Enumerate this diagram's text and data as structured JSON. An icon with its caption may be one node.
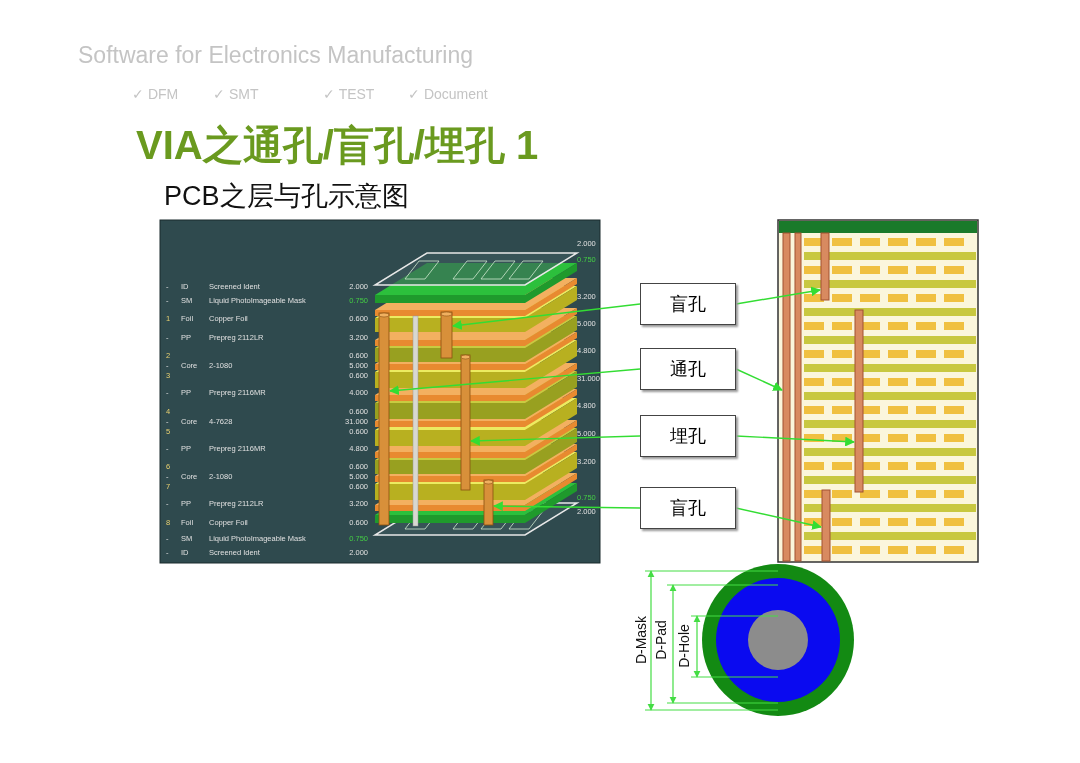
{
  "diagram": {
    "title": "VIA之通孔/盲孔/埋孔 1",
    "nodes": [
      {
        "text": [
          "盲孔"
        ]
      },
      {
        "text": [
          "通孔"
        ]
      },
      {
        "text": [
          "埋孔"
        ]
      },
      {
        "text": [
          "盲孔"
        ]
      },
      {
        "text": [],
        "shape": "cylinder"
      },
      {
        "text": [],
        "shape": "cylinder"
      },
      {
        "text": [],
        "shape": "cylinder"
      },
      {
        "text": [],
        "shape": "cylinder"
      },
      {
        "text": [],
        "shape": "bar"
      },
      {
        "text": [],
        "shape": "bar"
      },
      {
        "text": [],
        "shape": "bar"
      },
      {
        "text": [],
        "shape": "bar"
      }
    ],
    "edges": [
      {
        "from": 0,
        "to": 4,
        "arrow": "to"
      },
      {
        "from": 0,
        "to": 8,
        "arrow": "to"
      },
      {
        "from": 1,
        "to": 5,
        "arrow": "to"
      },
      {
        "from": 1,
        "to": 9,
        "arrow": "to"
      },
      {
        "from": 2,
        "to": 6,
        "arrow": "to"
      },
      {
        "from": 2,
        "to": 10,
        "arrow": "to"
      },
      {
        "from": 3,
        "to": 7,
        "arrow": "to"
      },
      {
        "from": 3,
        "to": 11,
        "arrow": "to"
      }
    ],
    "labels": [
      "Software for Electronics Manufacturing",
      "✓ DFM",
      "✓ SMT",
      "✓ TEST",
      "✓ Document",
      "PCB之层与孔示意图",
      "-",
      "ID",
      "Screened Ident",
      "2.000",
      "-",
      "SM",
      "Liquid PhotoImageable Mask",
      "0.750",
      "1",
      "Foil",
      "Copper Foil",
      "0.600",
      "-",
      "PP",
      "Prepreg 2112LR",
      "3.200",
      "2",
      "-",
      "3",
      "Core",
      "2-1080",
      "0.600",
      "5.000",
      "0.600",
      "-",
      "PP",
      "Prepreg 2116MR",
      "4.000",
      "4",
      "-",
      "5",
      "Core",
      "4-7628",
      "0.600",
      "31.000",
      "0.600",
      "-",
      "PP",
      "Prepreg 2116MR",
      "4.800",
      "6",
      "-",
      "7",
      "Core",
      "2-1080",
      "0.600",
      "5.000",
      "0.600",
      "-",
      "PP",
      "Prepreg 2112LR",
      "3.200",
      "8",
      "Foil",
      "Copper Foil",
      "0.600",
      "-",
      "SM",
      "Liquid PhotoImageable Mask",
      "0.750",
      "-",
      "ID",
      "Screened Ident",
      "2.000",
      "2.000",
      "0.750",
      "3.200",
      "5.000",
      "4.800",
      "31.000",
      "4.800",
      "5.000",
      "3.200",
      "0.750",
      "2.000",
      "D-Mask",
      "D-Pad",
      "D-Hole"
    ]
  }
}
